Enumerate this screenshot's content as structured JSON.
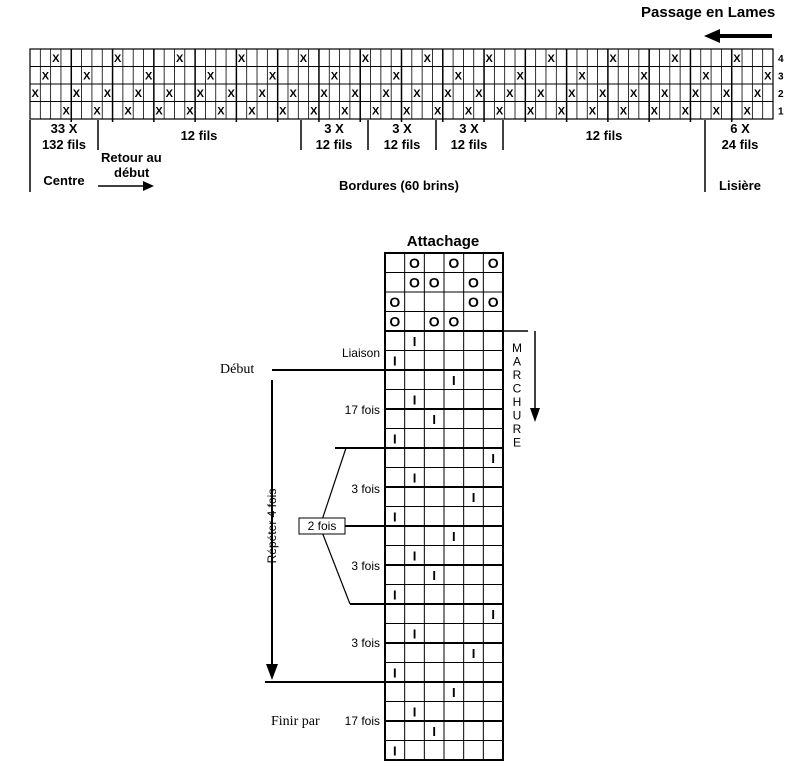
{
  "threading": {
    "title": "Passage en Lames",
    "shaft_labels": [
      "4",
      "3",
      "2",
      "1"
    ],
    "rows": [
      [
        2,
        8,
        14,
        20,
        26,
        32,
        38,
        44,
        50,
        56,
        62,
        68
      ],
      [
        1,
        5,
        11,
        17,
        23,
        29,
        35,
        41,
        47,
        53,
        59,
        65,
        71
      ],
      [
        0,
        4,
        7,
        10,
        13,
        16,
        19,
        22,
        25,
        28,
        31,
        34,
        37,
        40,
        43,
        46,
        49,
        52,
        55,
        58,
        61,
        64,
        67,
        70
      ],
      [
        3,
        6,
        9,
        12,
        15,
        18,
        21,
        24,
        27,
        30,
        33,
        36,
        39,
        42,
        45,
        48,
        51,
        54,
        57,
        60,
        63,
        66,
        69
      ]
    ],
    "mark": "X",
    "sections": {
      "centre_count": "33 X",
      "centre_fils": "132 fils",
      "centre_label": "Centre",
      "left12": "12 fils",
      "retour_line1": "Retour au",
      "retour_line2": "début",
      "g1_count": "3 X",
      "g1_fils": "12 fils",
      "g2_count": "3 X",
      "g2_fils": "12 fils",
      "g3_count": "3 X",
      "g3_fils": "12 fils",
      "right12": "12 fils",
      "lisiere_count": "6 X",
      "lisiere_fils": "24 fils",
      "lisiere_label": "Lisière",
      "bordures": "Bordures (60 brins)"
    }
  },
  "tieup": {
    "title": "Attachage",
    "rows": [
      [
        1,
        3,
        5
      ],
      [
        1,
        2,
        4
      ],
      [
        0,
        4,
        5
      ],
      [
        0,
        2,
        3
      ]
    ],
    "mark": "O"
  },
  "treadling": {
    "marchure": "MARCHURE",
    "mark": "I",
    "rows": [
      1,
      0,
      3,
      1,
      2,
      0,
      5,
      1,
      4,
      0,
      3,
      1,
      2,
      0,
      5,
      1,
      4,
      0,
      3,
      1,
      2,
      0
    ],
    "labels": {
      "liaison": "Liaison",
      "debut": "Début",
      "fois17a": "17 fois",
      "fois3a": "3 fois",
      "fois2": "2 fois",
      "fois3b": "3 fois",
      "fois3c": "3 fois",
      "repeter": "Répéter 4 fois",
      "finir": "Finir par",
      "fois17b": "17 fois"
    }
  }
}
